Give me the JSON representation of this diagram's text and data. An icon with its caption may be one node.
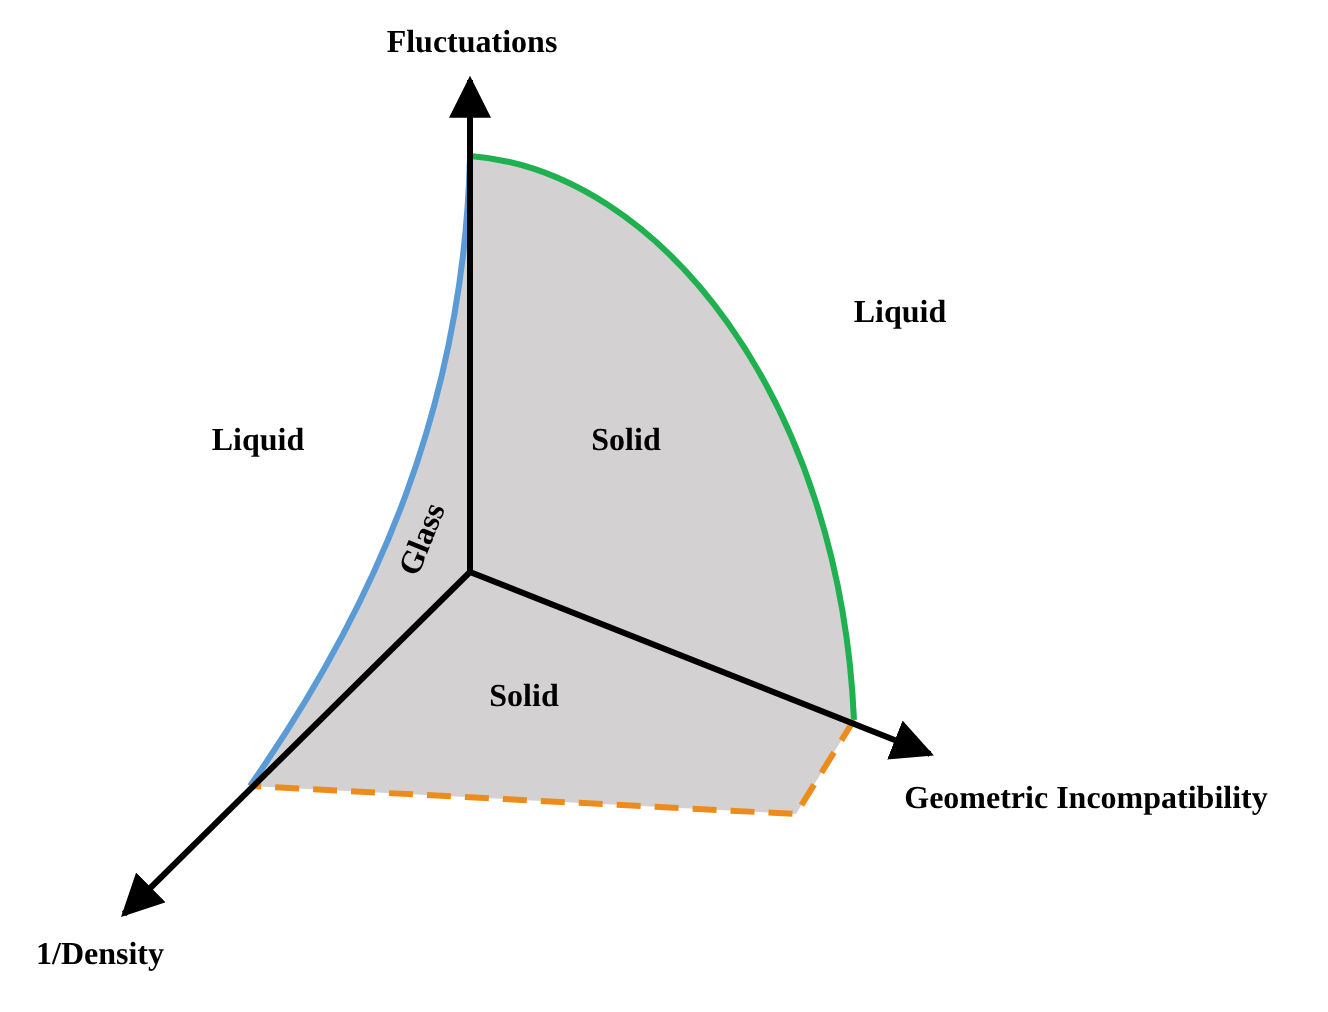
{
  "diagram": {
    "labels": [
      "Fluctuations",
      "Liquid",
      "Liquid",
      "Solid",
      "Glass",
      "Solid",
      "Geometric Incompatibility",
      "1/Density"
    ]
  }
}
